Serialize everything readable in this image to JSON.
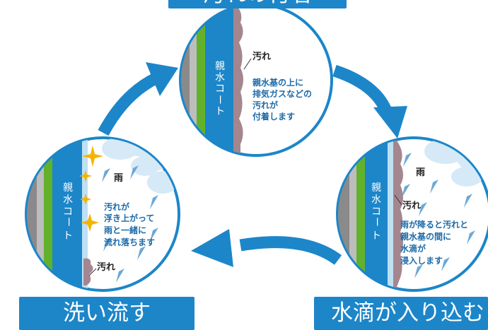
{
  "colors": {
    "coat_blue": "#1c86c9",
    "arrow_blue": "#1c86c9",
    "green_layer": "#62b12b",
    "grey_light": "#bdbdbd",
    "grey_dark": "#8a8a8a",
    "dirt": "#a48690",
    "sparkle": "#f4b400",
    "cloud": "#d6e9f6",
    "drop": "#6aa8d8"
  },
  "coat_label": [
    "親",
    "水",
    "コ",
    "ー",
    "ト"
  ],
  "top": {
    "banner": "汚れの付着",
    "dirt_label": "汚れ",
    "desc": [
      "親水基の上に",
      "排気ガスなどの",
      "汚れが",
      "付着します"
    ]
  },
  "right": {
    "banner": "水滴が入り込む",
    "rain_label": "雨",
    "dirt_label": "汚れ",
    "desc": [
      "雨が降ると汚れと",
      "親水基の間に",
      "水滴が",
      "浸入します"
    ]
  },
  "left": {
    "banner": "洗い流す",
    "rain_label": "雨",
    "dirt_label": "汚れ",
    "desc": [
      "汚れが",
      "浮き上がって",
      "雨と一緒に",
      "流れ落ちます"
    ]
  }
}
